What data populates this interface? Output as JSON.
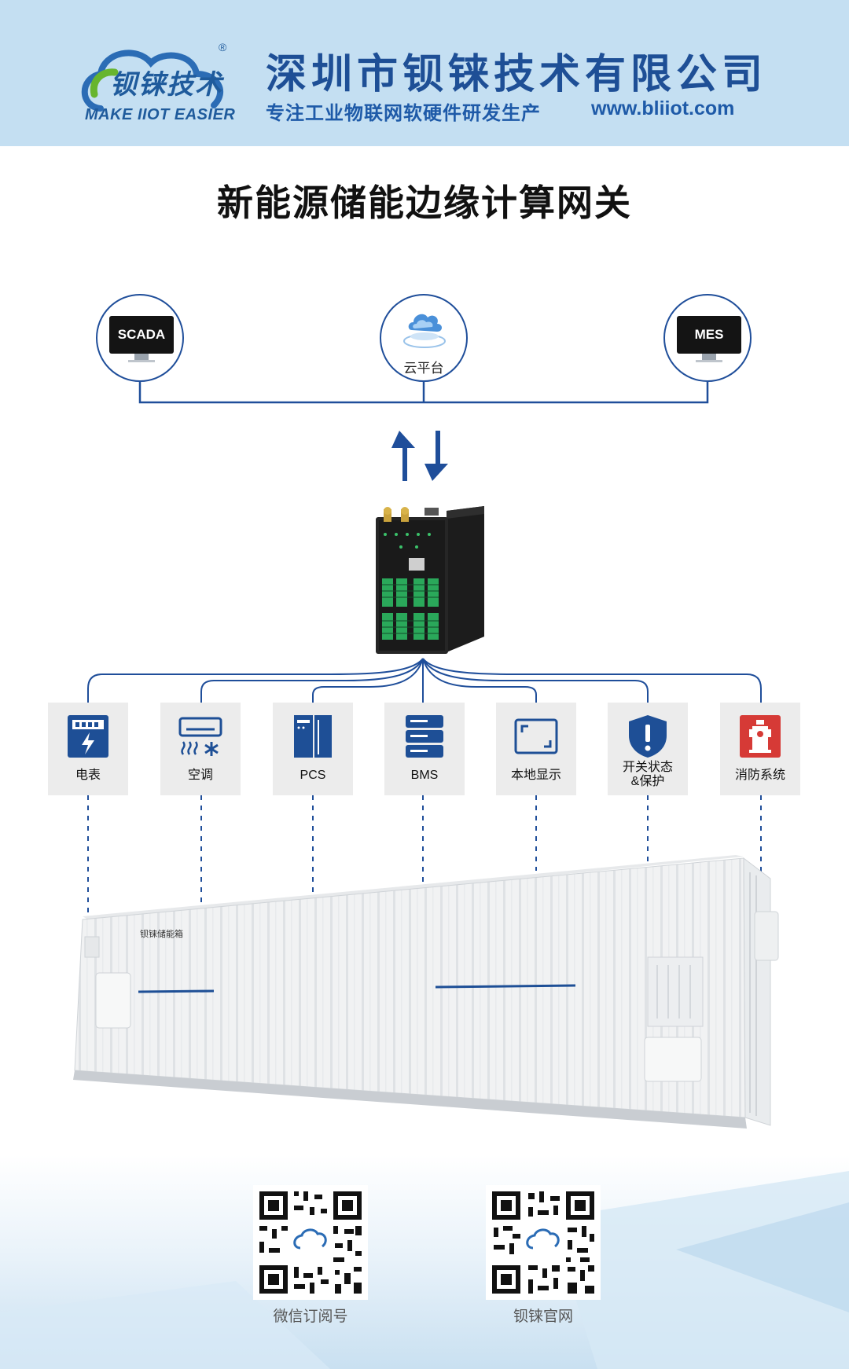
{
  "header": {
    "logo_cn": "钡铼技术",
    "logo_en": "MAKE IIOT EASIER",
    "logo_reg": "®",
    "company": "深圳市钡铼技术有限公司",
    "slogan": "专注工业物联网软硬件研发生产",
    "website": "www.bliiot.com"
  },
  "title": "新能源储能边缘计算网关",
  "systems": {
    "scada": "SCADA",
    "cloud": "云平台",
    "mes": "MES"
  },
  "modules": {
    "meter": "电表",
    "ac": "空调",
    "pcs": "PCS",
    "bms": "BMS",
    "display_line1": "本地显示",
    "switch_line1": "开关状态",
    "switch_line2": "&保护",
    "fire": "消防系统"
  },
  "container_label": "钡铼储能箱",
  "qr": {
    "wechat": "微信订阅号",
    "website": "钡铼官网"
  },
  "colors": {
    "header_bg": "#c4dff2",
    "brand_blue": "#1e4f96",
    "line_blue": "#1f4e9a",
    "fire_red": "#d63a36"
  }
}
